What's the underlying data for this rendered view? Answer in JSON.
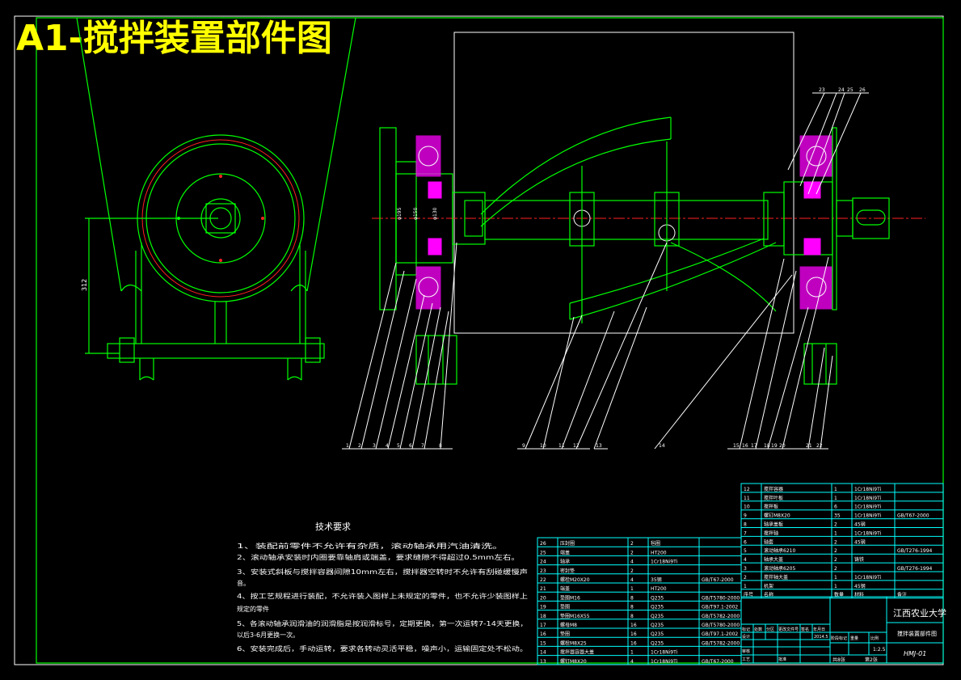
{
  "title": "A1-搅拌装置部件图",
  "colors": {
    "background": "#000000",
    "frame": "#00ff00",
    "title": "#ffff00",
    "table": "#00ffff",
    "text": "#ffffff",
    "hatch": "#ff00ff",
    "centerline": "#ff2020"
  },
  "dimension_left": "312",
  "section_dims": [
    "φ195",
    "φ150",
    "φ130"
  ],
  "balloons_bottom": [
    "1",
    "2",
    "3",
    "4",
    "5",
    "6",
    "7",
    "8",
    "9",
    "10",
    "11",
    "12",
    "13",
    "14",
    "15",
    "16",
    "17",
    "18",
    "19",
    "20",
    "21",
    "22"
  ],
  "balloons_top": [
    "23",
    "24",
    "25",
    "26"
  ],
  "tech": {
    "heading": "技术要求",
    "lines": [
      "1、装配前零件不允许有杂质，滚动轴承用汽油清洗。",
      "2、滚动轴承安装时内圈要靠轴肩或端盖，要求缝隙不得超过0.5mm左右。",
      "3、安装式斜板与搅拌容器间隙10mm左右，搅拌器空转时不允许有刮碰缓慢声",
      "音。",
      "4、按工艺规程进行装配，不允许装入图样上未规定的零件，也不允许少装图样上",
      "规定的零件",
      "5、各滚动轴承润滑油的润滑脂是按润滑标号，定期更换，第一次运转7-14天更换，",
      "以后3-6月更换一次。",
      "6、安装完成后，手动运转，要求各转动灵活平稳，噪声小，运输固定处不松动。"
    ]
  },
  "bom_left": [
    [
      "26",
      "压封圈",
      "2",
      "毡圈",
      ""
    ],
    [
      "25",
      "端盖",
      "2",
      "HT200",
      ""
    ],
    [
      "24",
      "轴承",
      "4",
      "1Cr18Ni9Ti",
      ""
    ],
    [
      "23",
      "密封垫",
      "2",
      "",
      ""
    ],
    [
      "22",
      "螺栓M20X20",
      "4",
      "35钢",
      "GB/T67-2000"
    ],
    [
      "21",
      "端盖",
      "1",
      "HT200",
      ""
    ],
    [
      "20",
      "垫圈M16",
      "8",
      "Q235",
      "GB/T5780-2000"
    ],
    [
      "19",
      "垫圈",
      "8",
      "Q235",
      "GB/T97.1-2002"
    ],
    [
      "18",
      "垫圈M16X55",
      "8",
      "Q235",
      "GB/T5782-2000"
    ],
    [
      "17",
      "螺母M8",
      "16",
      "Q235",
      "GB/T5780-2000"
    ],
    [
      "16",
      "垫圈",
      "16",
      "Q235",
      "GB/T97.1-2002"
    ],
    [
      "15",
      "螺栓M8X25",
      "16",
      "Q235",
      "GB/T5782-2000"
    ],
    [
      "14",
      "搅拌器容器大盖",
      "1",
      "1Cr18Ni9Ti",
      ""
    ],
    [
      "13",
      "螺钉M8X20",
      "4",
      "1Cr18Ni9Ti",
      "GB/T67-2000"
    ]
  ],
  "bom_right": [
    [
      "12",
      "搅拌容器",
      "1",
      "1Cr18Ni9Ti",
      ""
    ],
    [
      "11",
      "搅拌叶板",
      "1",
      "1Cr18Ni9Ti",
      ""
    ],
    [
      "10",
      "搅拌板",
      "6",
      "1Cr18Ni9Ti",
      ""
    ],
    [
      "9",
      "螺钉M8X20",
      "35",
      "1Cr18Ni9Ti",
      "GB/T67-2000"
    ],
    [
      "8",
      "轴承盖板",
      "2",
      "45钢",
      ""
    ],
    [
      "7",
      "搅拌轴",
      "1",
      "1Cr18Ni9Ti",
      ""
    ],
    [
      "6",
      "轴套",
      "2",
      "45钢",
      ""
    ],
    [
      "5",
      "滚动轴承6210",
      "2",
      "",
      "GB/T276-1994"
    ],
    [
      "4",
      "轴承大盖",
      "2",
      "铸铁",
      ""
    ],
    [
      "3",
      "滚动轴承6205",
      "2",
      "",
      "GB/T276-1994"
    ],
    [
      "2",
      "搅拌轴大盖",
      "1",
      "1Cr18Ni9Ti",
      ""
    ],
    [
      "1",
      "机架",
      "1",
      "45钢",
      ""
    ],
    [
      "序号",
      "名称",
      "数量",
      "材料",
      "备注"
    ]
  ],
  "titleblock": {
    "school": "江西农业大学",
    "drawing_name": "搅拌装置部件图",
    "code": "HMJ-01",
    "scale": "1:2.5",
    "sheets": "共8张",
    "sheet_no": "第2张",
    "row_labels": [
      "标记",
      "处数",
      "分区",
      "更改文件号",
      "签名",
      "年月日"
    ],
    "roles": [
      "设计",
      "审核",
      "工艺",
      "批准"
    ],
    "stage_labels": [
      "阶段标记",
      "重量",
      "比例"
    ],
    "date": "2014.5"
  }
}
